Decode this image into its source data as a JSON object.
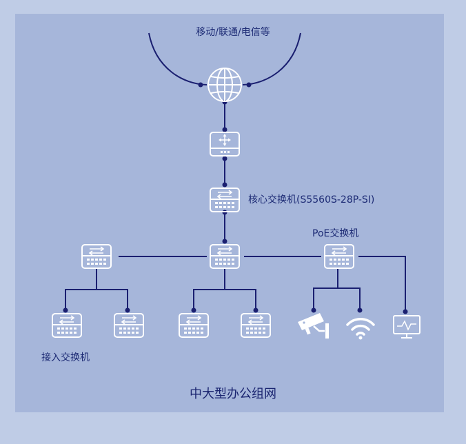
{
  "labels": {
    "isp": "移动/联通/电信等",
    "core_switch": "核心交换机(S5560S-28P-SI)",
    "poe_switch": "PoE交换机",
    "access_switch": "接入交换机",
    "caption": "中大型办公组网"
  },
  "colors": {
    "outer_background": "#bfcce6",
    "panel": "#a6b6da",
    "line": "#1a1f70",
    "icon_stroke": "#ffffff"
  },
  "icons": {
    "internet": "globe-icon",
    "router": "router-icon",
    "switch": "switch-icon",
    "camera": "security-camera-icon",
    "wifi": "wifi-icon",
    "monitor": "monitor-icon"
  }
}
